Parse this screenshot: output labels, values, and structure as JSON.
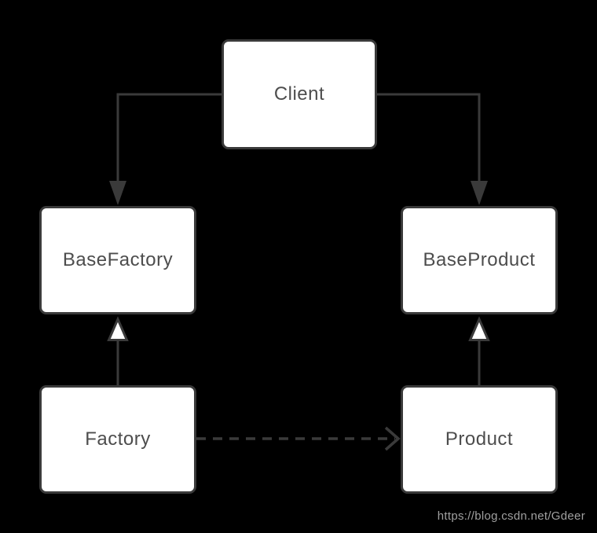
{
  "diagram": {
    "type": "uml-class-relationship",
    "nodes": {
      "client": {
        "label": "Client"
      },
      "base_factory": {
        "label": "BaseFactory"
      },
      "base_product": {
        "label": "BaseProduct"
      },
      "factory": {
        "label": "Factory"
      },
      "product": {
        "label": "Product"
      }
    },
    "edges": [
      {
        "from": "Client",
        "to": "BaseFactory",
        "line": "solid",
        "arrowhead": "filled-triangle",
        "meaning": "association"
      },
      {
        "from": "Client",
        "to": "BaseProduct",
        "line": "solid",
        "arrowhead": "filled-triangle",
        "meaning": "association"
      },
      {
        "from": "Factory",
        "to": "BaseFactory",
        "line": "solid",
        "arrowhead": "hollow-triangle",
        "meaning": "generalization"
      },
      {
        "from": "Product",
        "to": "BaseProduct",
        "line": "solid",
        "arrowhead": "hollow-triangle",
        "meaning": "generalization"
      },
      {
        "from": "Factory",
        "to": "Product",
        "line": "dashed",
        "arrowhead": "open",
        "meaning": "dependency"
      }
    ],
    "colors": {
      "background": "#000000",
      "node_fill": "#ffffff",
      "stroke": "#3a3a3a",
      "node_text": "#4d4d4d",
      "watermark_text": "#a0a0a0"
    },
    "watermark": "https://blog.csdn.net/Gdeer"
  }
}
